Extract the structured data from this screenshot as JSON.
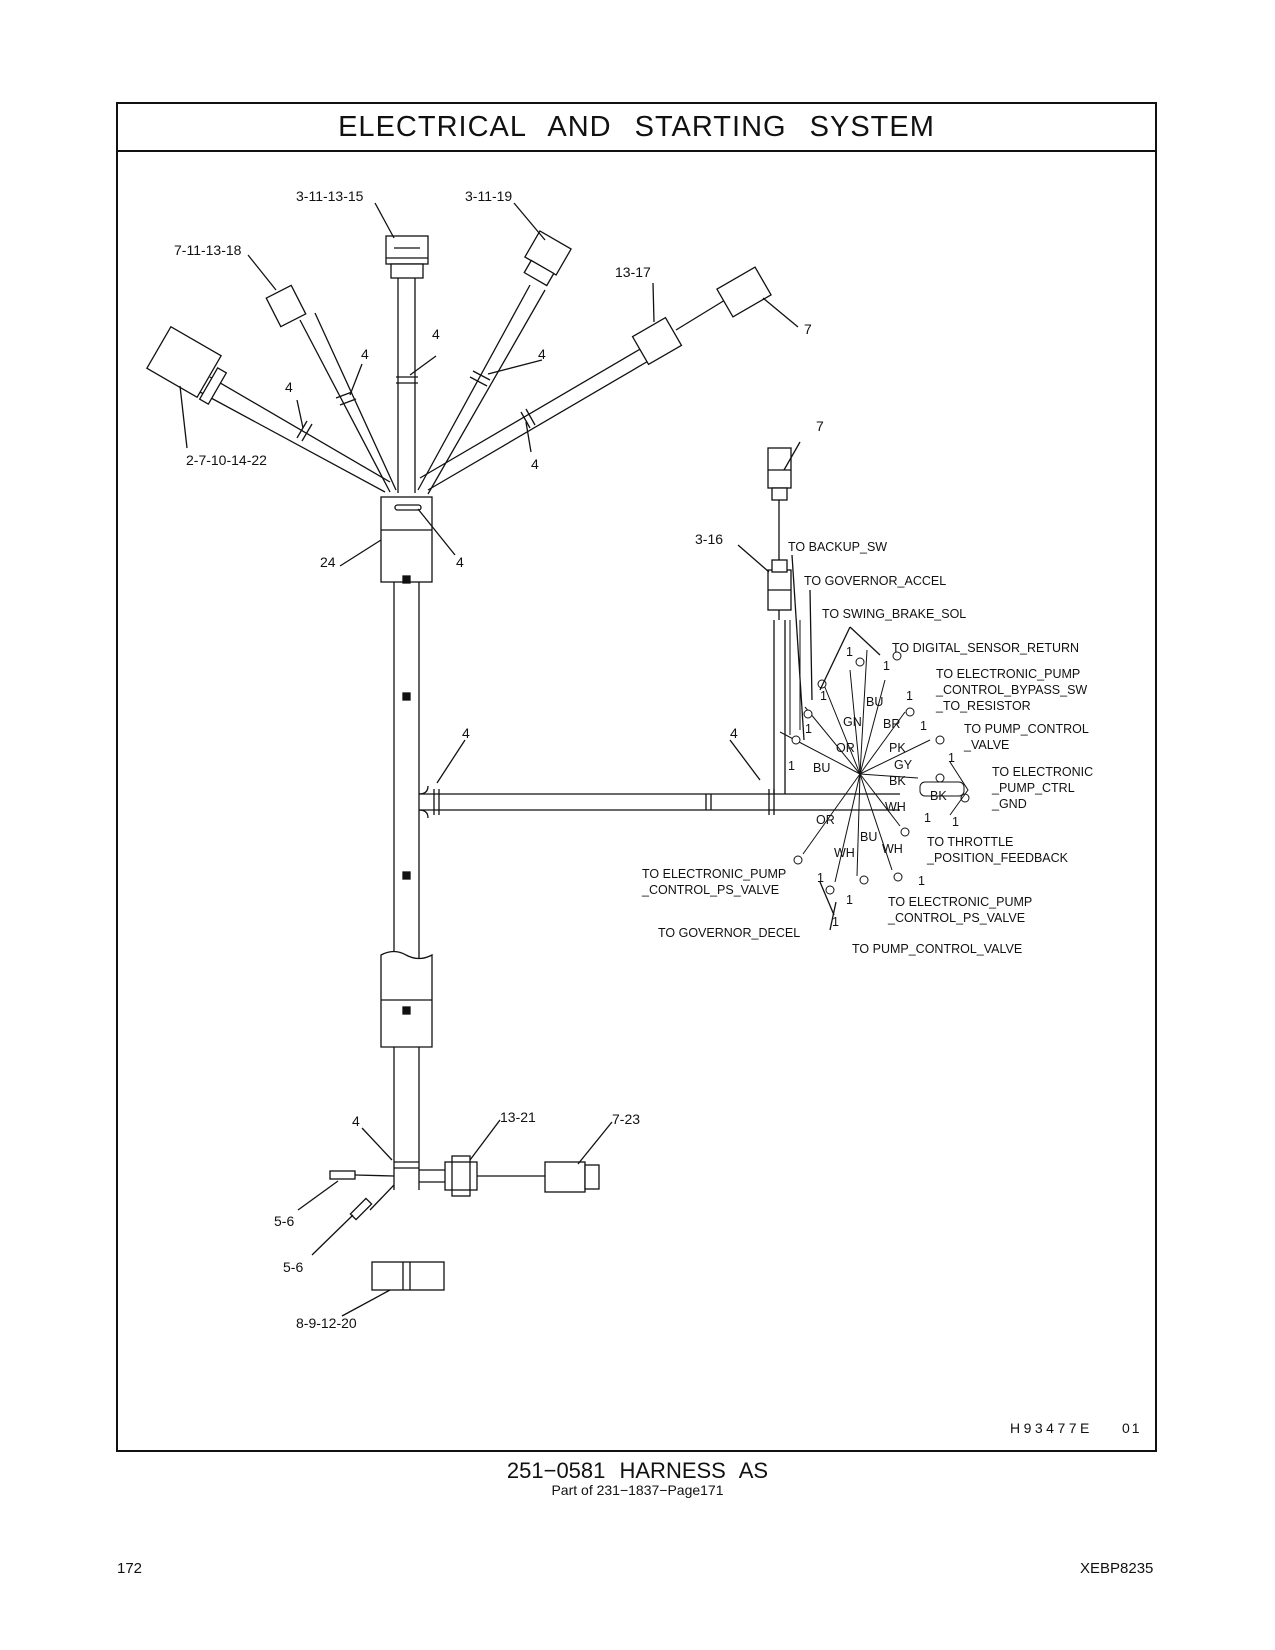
{
  "title": "ELECTRICAL AND STARTING SYSTEM",
  "callouts": {
    "c_3_11_13_15": "3-11-13-15",
    "c_3_11_19": "3-11-19",
    "c_7_11_13_18": "7-11-13-18",
    "c_13_17": "13-17",
    "c_7_top": "7",
    "c_2_7_10_14_22": "2-7-10-14-22",
    "c_24": "24",
    "c_4": "4",
    "c_7_right": "7",
    "c_3_16": "3-16",
    "c_13_21": "13-21",
    "c_7_23": "7-23",
    "c_5_6": "5-6",
    "c_8_9_12_20": "8-9-12-20",
    "c_1": "1"
  },
  "destinations": {
    "backup_sw": "TO  BACKUP_SW",
    "governor_accel": "TO  GOVERNOR_ACCEL",
    "swing_brake_sol": "TO  SWING_BRAKE_SOL",
    "digital_sensor_return": "TO  DIGITAL_SENSOR_RETURN",
    "bypass_sw_1": "TO  ELECTRONIC_PUMP",
    "bypass_sw_2": "_CONTROL_BYPASS_SW",
    "bypass_sw_3": "_TO_RESISTOR",
    "pump_control_valve_1": "TO  PUMP_CONTROL",
    "pump_control_valve_2": "_VALVE",
    "pump_ctrl_gnd_1": "TO  ELECTRONIC",
    "pump_ctrl_gnd_2": "_PUMP_CTRL",
    "pump_ctrl_gnd_3": "_GND",
    "throttle_1": "TO  THROTTLE",
    "throttle_2": "_POSITION_FEEDBACK",
    "ps_valve_left_1": "TO  ELECTRONIC_PUMP",
    "ps_valve_left_2": "_CONTROL_PS_VALVE",
    "governor_decel": "TO  GOVERNOR_DECEL",
    "ps_valve_right_1": "TO  ELECTRONIC_PUMP",
    "ps_valve_right_2": "_CONTROL_PS_VALVE",
    "pump_control_valve_bottom": "TO  PUMP_CONTROL_VALVE"
  },
  "wire_colors": {
    "bu": "BU",
    "gn": "GN",
    "br": "BR",
    "or": "OR",
    "pk": "PK",
    "gy": "GY",
    "bk": "BK",
    "wh": "WH"
  },
  "drawing_id": "H93477E",
  "drawing_rev": "01",
  "caption_title": "251−0581  HARNESS AS",
  "caption_sub": "Part of 231−1837−Page171",
  "page_number": "172",
  "doc_code": "XEBP8235"
}
